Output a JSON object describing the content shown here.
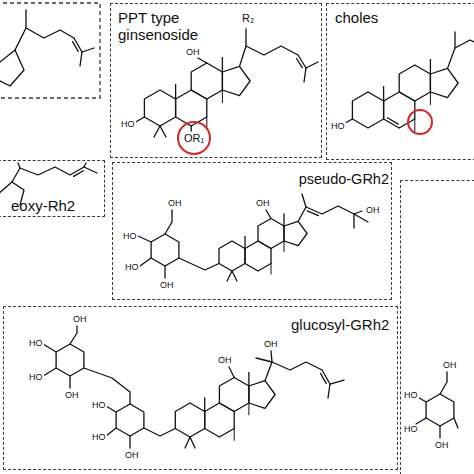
{
  "diagram": {
    "nodes": [
      {
        "text": [
          "PPT type ginsenoside",
          "R₂",
          "OR₁",
          "HO",
          "OH"
        ]
      },
      {
        "text": [
          "choles",
          "HO"
        ]
      },
      {
        "text": [
          "eoxy-Rh2"
        ]
      },
      {
        "text": [
          "pseudo-GRh2",
          "OH",
          "HO",
          "HO",
          "OH",
          "OH",
          "OH"
        ]
      },
      {
        "text": [
          "OH",
          "HO",
          "HO",
          "OH"
        ]
      },
      {
        "text": [
          "glucosyl-GRh2",
          "OH",
          "HO",
          "HO",
          "OH",
          "HO",
          "HO",
          "OH",
          "OH",
          "OH"
        ]
      }
    ]
  }
}
